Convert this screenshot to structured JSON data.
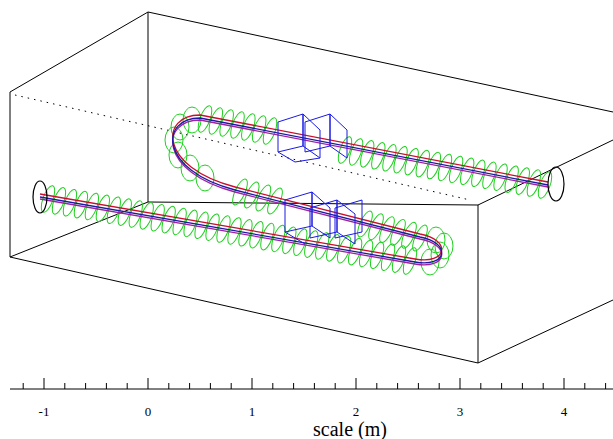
{
  "diagram": {
    "labels": [
      "-1",
      "0",
      "1",
      "2",
      "3",
      "4",
      "scale (m)"
    ]
  }
}
